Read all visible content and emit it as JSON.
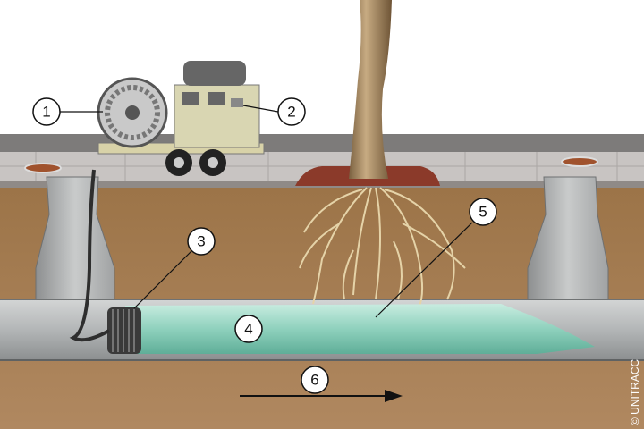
{
  "callouts": [
    {
      "number": "1",
      "target": "hose-reel"
    },
    {
      "number": "2",
      "target": "control-unit"
    },
    {
      "number": "3",
      "target": "liner-head"
    },
    {
      "number": "4",
      "target": "liner"
    },
    {
      "number": "5",
      "target": "roots"
    },
    {
      "number": "6",
      "target": "flow-arrow"
    }
  ],
  "copyright": "© UNITRACC",
  "colors": {
    "soil": "#a57c50",
    "pipe": "#b9bcbd",
    "liner": "#8fd1bd",
    "pavement": "#c8c4c2",
    "road": "#7d7b7a"
  }
}
